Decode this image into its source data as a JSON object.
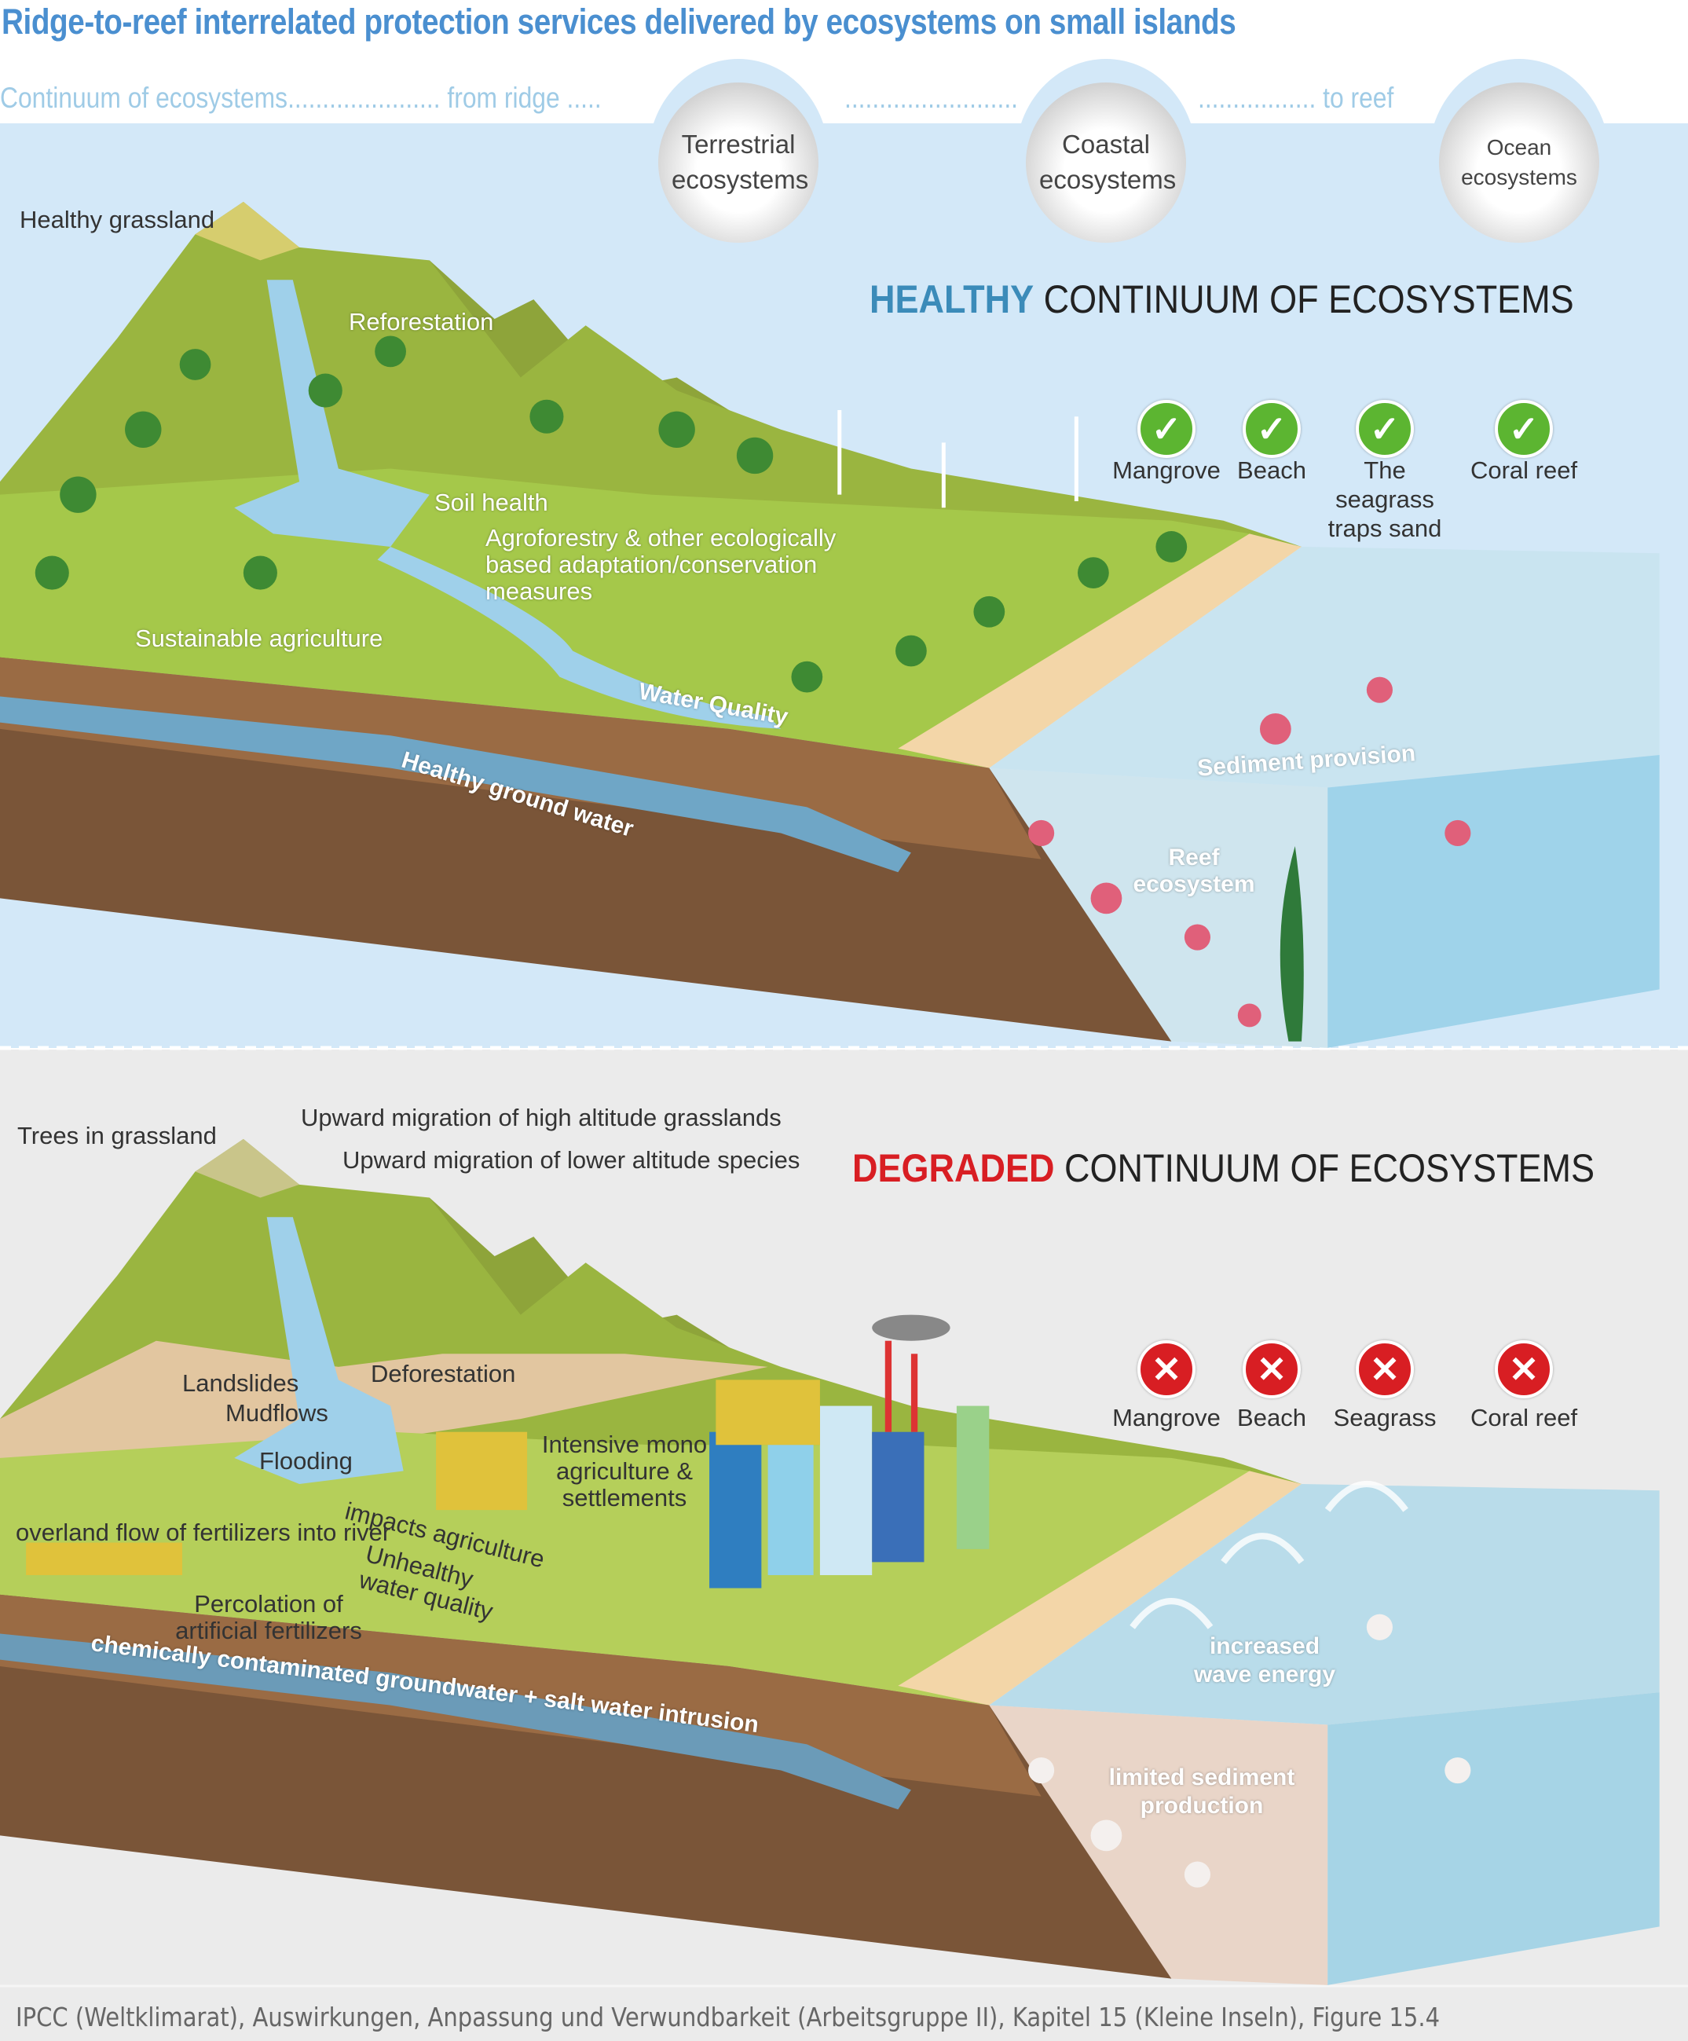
{
  "title": "Ridge-to-reef interrelated protection services delivered by ecosystems on small islands",
  "continuum": {
    "part1": "Continuum of ecosystems...................... from ridge .....",
    "part2": ".........................",
    "part3": "................. to reef"
  },
  "bubbles": {
    "terrestrial": "Terrestrial ecosystems",
    "coastal": "Coastal ecosystems",
    "ocean": "Ocean ecosystems"
  },
  "healthy": {
    "header_emph": "HEALTHY",
    "header_rest": " CONTINUUM OF ECOSYSTEMS",
    "header_color": "#3b8bb9",
    "status_items": [
      {
        "label": "Mangrove",
        "icon": "check-icon"
      },
      {
        "label": "Beach",
        "icon": "check-icon"
      },
      {
        "label": "The seagrass traps sand",
        "icon": "check-icon"
      },
      {
        "label": "Coral reef",
        "icon": "check-icon"
      }
    ],
    "labels": {
      "healthy_grassland": "Healthy grassland",
      "reforestation": "Reforestation",
      "soil_health": "Soil health",
      "agroforestry": "Agroforestry & other ecologically based adaptation/conservation measures",
      "sustainable_agriculture": "Sustainable agriculture",
      "water_quality": "Water Quality",
      "healthy_ground_water": "Healthy ground water",
      "sediment_provision": "Sediment provision",
      "reef_ecosystem": "Reef ecosystem"
    }
  },
  "degraded": {
    "header_emph": "DEGRADED",
    "header_rest": " CONTINUUM OF ECOSYSTEMS",
    "header_color": "#d81e23",
    "status_items": [
      {
        "label": "Mangrove",
        "icon": "x-icon"
      },
      {
        "label": "Beach",
        "icon": "x-icon"
      },
      {
        "label": "Seagrass",
        "icon": "x-icon"
      },
      {
        "label": "Coral reef",
        "icon": "x-icon"
      }
    ],
    "labels": {
      "trees_in_grassland": "Trees in grassland",
      "upward_high": "Upward migration of high altitude grasslands",
      "upward_lower": "Upward migration of lower altitude species",
      "landslides": "Landslides",
      "mudflows": "Mudflows",
      "deforestation": "Deforestation",
      "flooding": "Flooding",
      "intensive": "Intensive mono agriculture & settlements",
      "impacts_agriculture": "impacts agriculture",
      "overland_flow": "overland flow of fertilizers into river",
      "unhealthy_water": "Unhealthy water quality",
      "percolation": "Percolation of artificial fertilizers",
      "contaminated": "chemically contaminated groundwater + salt water intrusion",
      "wave_energy": "increased wave energy",
      "limited_sediment": "limited sediment production"
    }
  },
  "footer": "IPCC (Weltklimarat), Auswirkungen, Anpassung und Verwundbarkeit (Arbeitsgruppe II), Kapitel 15 (Kleine Inseln), Figure 15.4"
}
